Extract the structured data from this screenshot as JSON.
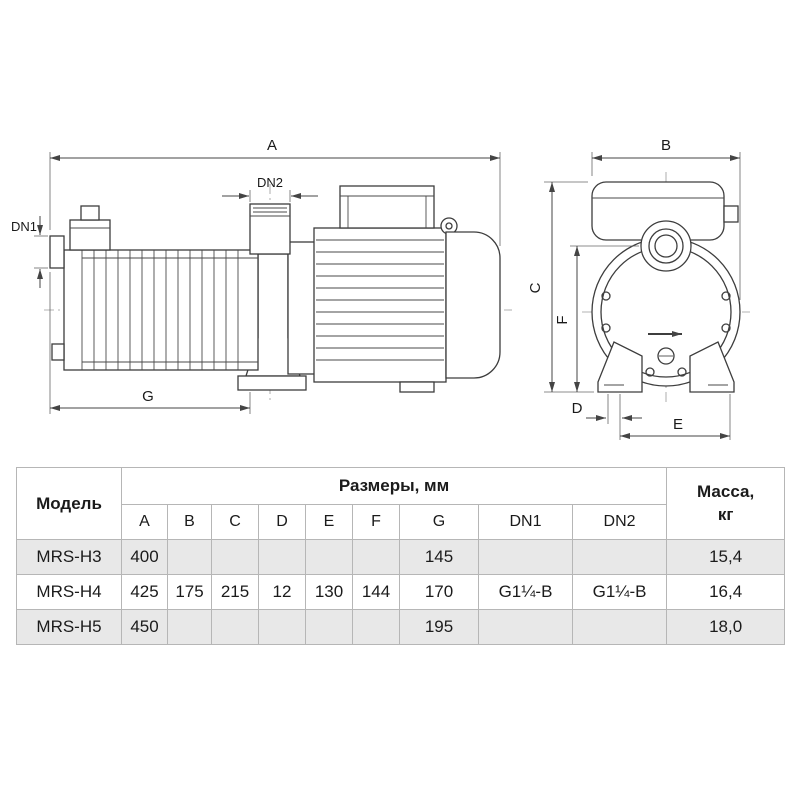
{
  "drawing": {
    "labels": {
      "A": "A",
      "B": "B",
      "C": "C",
      "D": "D",
      "E": "E",
      "F": "F",
      "G": "G",
      "DN1": "DN1",
      "DN2": "DN2"
    }
  },
  "table": {
    "headers": {
      "model": "Модель",
      "dimensions_group": "Размеры, мм",
      "mass": "Масса,\nкг",
      "dimension_columns": [
        "A",
        "B",
        "C",
        "D",
        "E",
        "F",
        "G",
        "DN1",
        "DN2"
      ]
    },
    "rows": [
      {
        "model": "MRS-H3",
        "cells": [
          "400",
          "",
          "",
          "",
          "",
          "",
          "145",
          "",
          ""
        ],
        "mass": "15,4"
      },
      {
        "model": "MRS-H4",
        "cells": [
          "425",
          "175",
          "215",
          "12",
          "130",
          "144",
          "170",
          "G1¼-B",
          "G1¼-B"
        ],
        "mass": "16,4"
      },
      {
        "model": "MRS-H5",
        "cells": [
          "450",
          "",
          "",
          "",
          "",
          "",
          "195",
          "",
          ""
        ],
        "mass": "18,0"
      }
    ]
  }
}
